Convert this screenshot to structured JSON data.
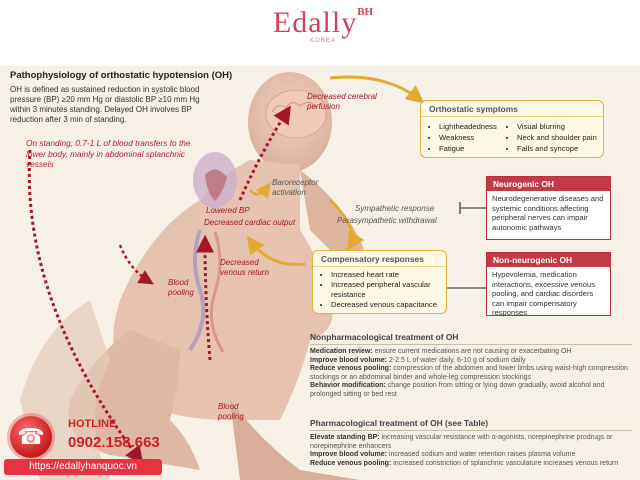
{
  "brand": {
    "name": "Edally",
    "superscript": "BH",
    "tagline": "KOREA",
    "accent": "#d0435f"
  },
  "title": "Pathophysiology of orthostatic hypotension (OH)",
  "intro": "OH is defined as sustained reduction in systolic blood pressure (BP) ≥20 mm Hg or diastolic BP ≥10 mm Hg within 3 minutes standing. Delayed OH involves BP reduction after 3 min of standing.",
  "standing_note": "On standing, 0.7-1 L of blood transfers to the lower body, mainly in abdominal splanchnic vessels",
  "labels": {
    "decreased_cerebral": "Decreased cerebral perfusion",
    "baroreceptor": "Baroreceptor activation",
    "sympathetic": "Sympathetic response",
    "parasympathetic": "Parasympathetic withdrawal",
    "lowered_bp": "Lowered BP",
    "decreased_output": "Decreased cardiac output",
    "decreased_return": "Decreased venous return",
    "pooling_upper": "Blood pooling",
    "pooling_lower": "Blood pooling"
  },
  "orthostatic": {
    "title": "Orthostatic symptoms",
    "col1": [
      "Lightheadedness",
      "Weakness",
      "Fatigue"
    ],
    "col2": [
      "Visual blurring",
      "Neck and shoulder pain",
      "Falls and syncope"
    ]
  },
  "neurogenic": {
    "title": "Neurogenic OH",
    "text": "Neurodegenerative diseases and systemic conditions affecting peripheral nerves can impair autonomic pathways"
  },
  "compensatory": {
    "title": "Compensatory responses",
    "items": [
      "Increased heart rate",
      "Increased peripheral vascular resistance",
      "Decreased venous capacitance"
    ]
  },
  "nonneurogenic": {
    "title": "Non-neurogenic OH",
    "text": "Hypovolemia, medication interactions, excessive venous pooling, and cardiac disorders can impair compensatory responses"
  },
  "nonpharm": {
    "title": "Nonpharmacological treatment of OH",
    "items": [
      {
        "label": "Medication review:",
        "text": " ensure current medications are not causing or exacerbating OH"
      },
      {
        "label": "Improve blood volume:",
        "text": " 2-2.5 L of water daily, 6-10 g of sodium daily"
      },
      {
        "label": "Reduce venous pooling:",
        "text": " compression of the abdomen and lower limbs using waist-high compression stockings or an abdominal binder and whole-leg compression stockings"
      },
      {
        "label": "Behavior modification:",
        "text": " change position from sitting or lying down gradually, avoid alcohol and prolonged sitting or bed rest"
      }
    ]
  },
  "pharm": {
    "title": "Pharmacological treatment of OH (see Table)",
    "items": [
      {
        "label": "Elevate standing BP:",
        "text": " increasing vascular resistance with α-agonists, norepinephrine prodrugs or norepinephrine enhancers"
      },
      {
        "label": "Improve blood volume:",
        "text": " increased sodium and water retention raises plasma volume"
      },
      {
        "label": "Reduce venous pooling:",
        "text": " increased constriction of splanchnic vasculature increases venous return"
      }
    ]
  },
  "hotline": {
    "label": "HOTLINE",
    "number": "0902.158.663",
    "url": "https://edallyhanquoc.vn",
    "color": "#d11f26"
  },
  "icons": {
    "phone": "phone-icon"
  }
}
